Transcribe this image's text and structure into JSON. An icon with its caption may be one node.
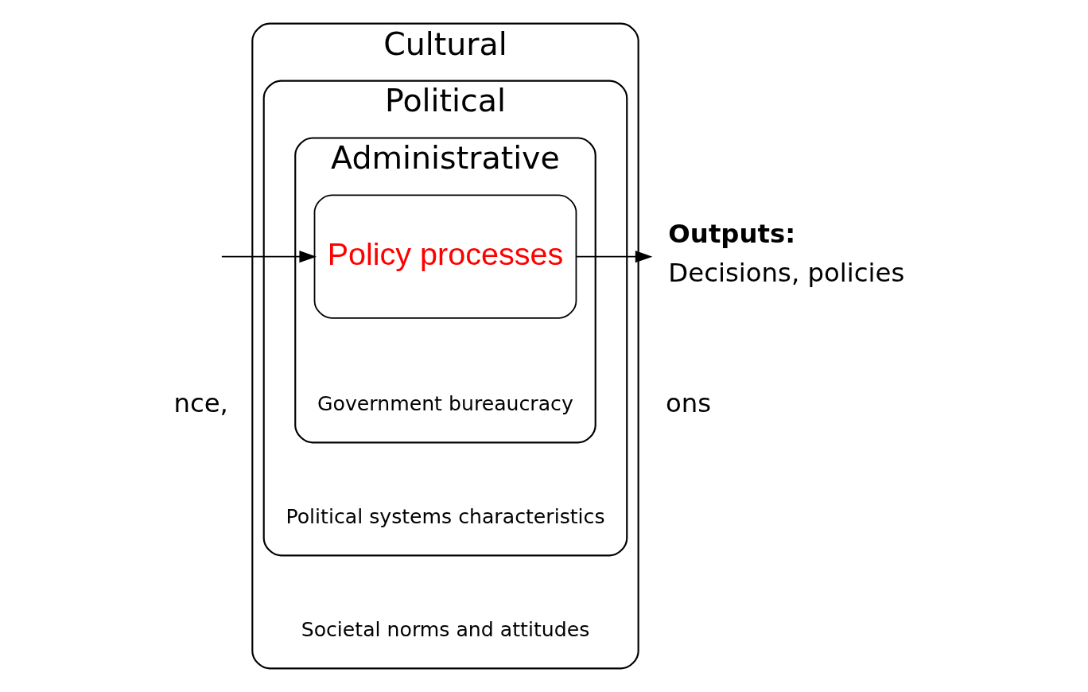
{
  "diagram": {
    "nodes": [
      {
        "text": [
          "Cultural",
          "Societal norms and attitudes"
        ]
      },
      {
        "text": [
          "Political",
          "Political systems characteristics"
        ],
        "in": 0
      },
      {
        "text": [
          "Administrative",
          "Government bureaucracy"
        ],
        "in": 1
      },
      {
        "text": [
          "Policy processes"
        ],
        "in": 2
      },
      {
        "text": [
          "Outputs:",
          "Decisions, policies"
        ]
      }
    ],
    "edges": [
      {
        "from": null,
        "to": 3,
        "arrow": "to"
      },
      {
        "from": 3,
        "to": 4,
        "arrow": "to"
      }
    ],
    "labels": [
      "nce,",
      "ons"
    ]
  }
}
